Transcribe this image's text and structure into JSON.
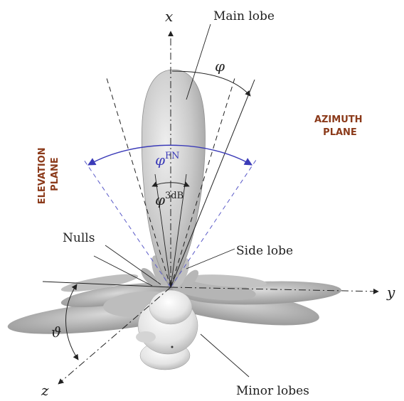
{
  "axes": {
    "x": "x",
    "y": "y",
    "z": "z"
  },
  "labels": {
    "main_lobe": "Main lobe",
    "side_lobe": "Side lobe",
    "nulls": "Nulls",
    "minor_lobes": "Minor lobes",
    "elevation_plane": [
      "ELEVATION",
      "PLANE"
    ],
    "azimuth_plane": [
      "AZIMUTH",
      "PLANE"
    ]
  },
  "angles": {
    "phi": "φ",
    "phi_fn_base": "φ",
    "phi_fn_sup": "FN",
    "phi_3db_base": "φ",
    "phi_3db_sup": "3dB",
    "theta": "ϑ"
  },
  "colors": {
    "lobe_fill": "#c9c9c9",
    "lobe_stroke": "#8f8f8f",
    "fn_arc": "#3b3bb8",
    "plane_text": "#8b3a1a"
  }
}
